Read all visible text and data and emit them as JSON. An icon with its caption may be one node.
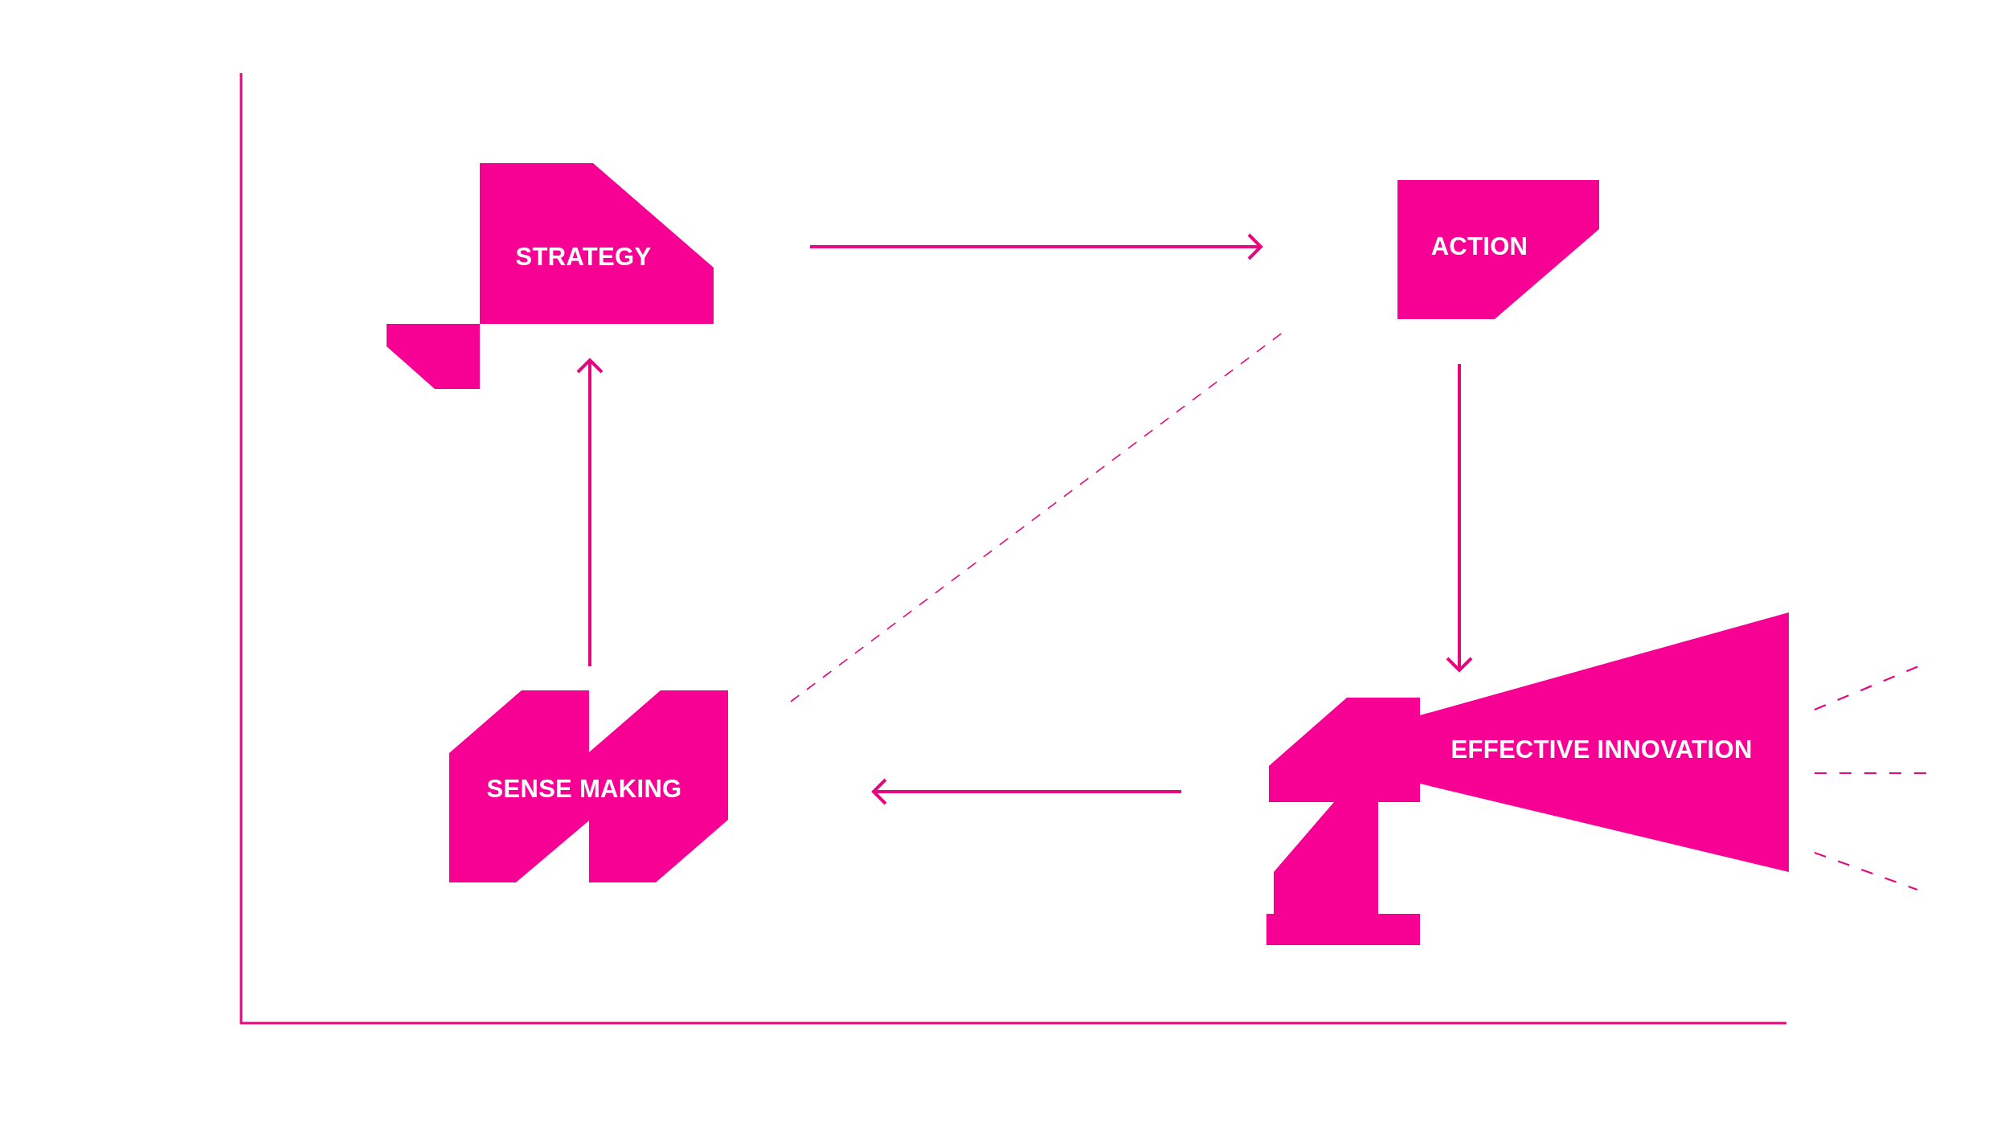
{
  "diagram": {
    "nodes": [
      {
        "text": [
          "STRATEGY"
        ]
      },
      {
        "text": [
          "ACTION"
        ]
      },
      {
        "text": [
          "SENSE MAKING"
        ]
      },
      {
        "text": [
          "EFFECTIVE INNOVATION"
        ]
      }
    ],
    "edges": [
      {
        "from": 0,
        "to": 1,
        "arrow": "to"
      },
      {
        "from": 1,
        "to": 3,
        "arrow": "to"
      },
      {
        "from": 3,
        "to": 2,
        "arrow": "to"
      },
      {
        "from": 2,
        "to": 0,
        "arrow": "to"
      }
    ]
  }
}
